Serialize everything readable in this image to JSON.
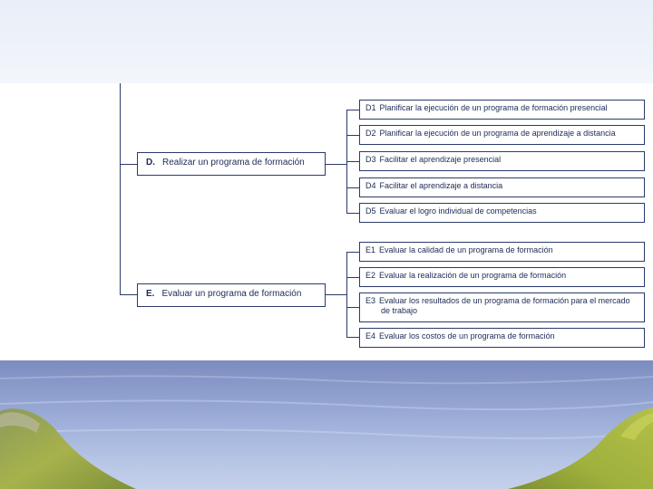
{
  "diagram": {
    "groups": [
      {
        "code": "D.",
        "label": "Realizar un programa de formación",
        "items": [
          {
            "code": "D1",
            "label": "Planificar la ejecución de un programa de formación presencial"
          },
          {
            "code": "D2",
            "label": "Planificar la ejecución de un programa de aprendizaje a distancia"
          },
          {
            "code": "D3",
            "label": "Facilitar el aprendizaje presencial"
          },
          {
            "code": "D4",
            "label": "Facilitar el aprendizaje a distancia"
          },
          {
            "code": "D5",
            "label": "Evaluar el logro individual de competencias"
          }
        ]
      },
      {
        "code": "E.",
        "label": "Evaluar un programa de formación",
        "items": [
          {
            "code": "E1",
            "label": "Evaluar la calidad de un programa de formación"
          },
          {
            "code": "E2",
            "label": "Evaluar la realización de un programa de formación"
          },
          {
            "code": "E3",
            "label": "Evaluar los resultados de un programa de formación para el mercado",
            "label_cont": "de trabajo"
          },
          {
            "code": "E4",
            "label": "Evaluar los costos de un programa de formación"
          }
        ]
      }
    ]
  },
  "background": {
    "sky_color": "#eef2fa",
    "water_color": "#94a5d2",
    "land_color": "#9fb04a"
  }
}
